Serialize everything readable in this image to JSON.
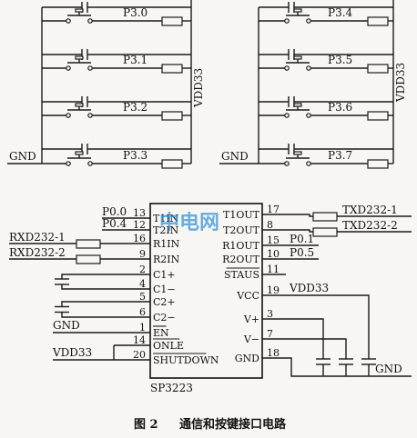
{
  "keypad": {
    "left": {
      "rows": [
        "P3.0",
        "P3.1",
        "P3.2",
        "P3.3"
      ],
      "rail": "VDD33",
      "ground": "GND"
    },
    "right": {
      "rows": [
        "P3.4",
        "P3.5",
        "P3.6",
        "P3.7"
      ],
      "rail": "VDD33",
      "ground": "GND"
    }
  },
  "chip": {
    "part": "SP3223",
    "left_pins": [
      {
        "num": "13",
        "name": "T1IN",
        "net": "P0.0"
      },
      {
        "num": "12",
        "name": "T2IN",
        "net": "P0.4"
      },
      {
        "num": "16",
        "name": "R1IN",
        "net": "RXD232-1"
      },
      {
        "num": "9",
        "name": "R2IN",
        "net": "RXD232-2"
      },
      {
        "num": "2",
        "name": "C1+",
        "net": ""
      },
      {
        "num": "4",
        "name": "C1-",
        "net": ""
      },
      {
        "num": "5",
        "name": "C2+",
        "net": ""
      },
      {
        "num": "6",
        "name": "C2-",
        "net": ""
      },
      {
        "num": "1",
        "name": "EN",
        "net": "GND"
      },
      {
        "num": "14",
        "name": "ONLE",
        "net": ""
      },
      {
        "num": "20",
        "name": "SHUTDOWN",
        "net": "VDD33"
      }
    ],
    "right_pins": [
      {
        "num": "17",
        "name": "T1OUT",
        "net": "TXD232-1"
      },
      {
        "num": "8",
        "name": "T2OUT",
        "net": "TXD232-2"
      },
      {
        "num": "15",
        "name": "R1OUT",
        "net": "P0.1"
      },
      {
        "num": "10",
        "name": "R2OUT",
        "net": "P0.5"
      },
      {
        "num": "11",
        "name": "STAUS",
        "net": ""
      },
      {
        "num": "19",
        "name": "VCC",
        "net": "VDD33"
      },
      {
        "num": "3",
        "name": "V+",
        "net": ""
      },
      {
        "num": "7",
        "name": "V-",
        "net": ""
      },
      {
        "num": "18",
        "name": "GND",
        "net": "GND"
      }
    ]
  },
  "watermark": "中电网",
  "caption": {
    "figure": "图 2",
    "title": "通信和按键接口电路"
  }
}
